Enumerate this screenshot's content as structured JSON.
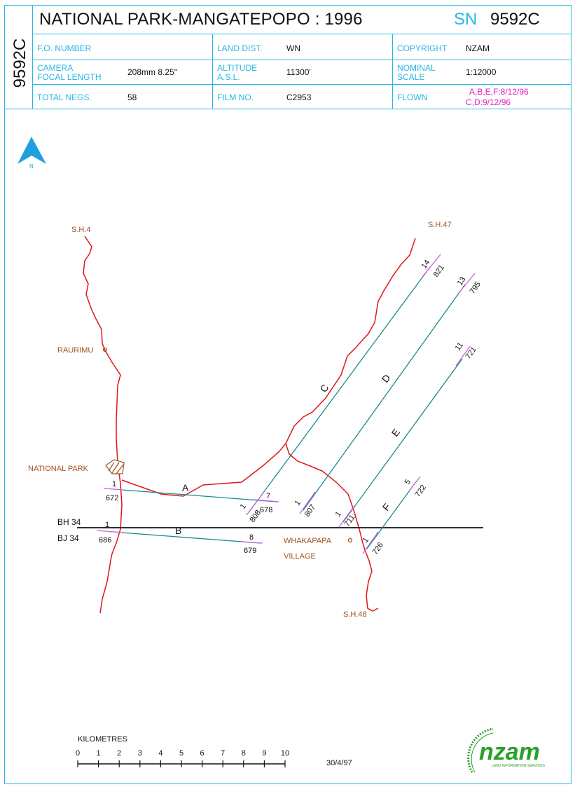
{
  "header": {
    "side_code": "9592C",
    "title": "NATIONAL PARK-MANGATEPOPO : 1996",
    "sn_label": "SN",
    "sn_value": "9592C"
  },
  "info": {
    "fo_number_label": "F.O. NUMBER",
    "fo_number_value": "",
    "land_dist_label": "LAND DIST.",
    "land_dist_value": "WN",
    "copyright_label": "COPYRIGHT",
    "copyright_value": "NZAM",
    "camera_label_1": "CAMERA",
    "camera_label_2": "FOCAL LENGTH",
    "camera_value": "208mm 8.25\"",
    "altitude_label_1": "ALTITUDE",
    "altitude_label_2": "A.S.L.",
    "altitude_value": "11300'",
    "scale_label_1": "NOMINAL",
    "scale_label_2": "SCALE",
    "scale_value": "1:12000",
    "negs_label": "TOTAL NEGS.",
    "negs_value": "58",
    "film_label": "FILM NO.",
    "film_value": "C2953",
    "flown_label": "FLOWN",
    "flown_value_1": "A,B,E,F:8/12/96",
    "flown_value_2": "C,D:9/12/96"
  },
  "north_label": "N",
  "places": {
    "sh4": "S.H.4",
    "sh47": "S.H.47",
    "sh48": "S.H.48",
    "raurimu": "RAURIMU",
    "national_park": "NATIONAL PARK",
    "whakapapa_1": "WHAKAPAPA",
    "whakapapa_2": "VILLAGE",
    "bh34": "BH 34",
    "bj34": "BJ 34"
  },
  "strips": {
    "A": {
      "letter": "A",
      "start_num": "1",
      "start_photo": "672",
      "end_num": "7",
      "end_photo": "678"
    },
    "B": {
      "letter": "B",
      "start_num": "1",
      "start_photo": "686",
      "end_num": "8",
      "end_photo": "679"
    },
    "C": {
      "letter": "C",
      "start_num": "1",
      "start_photo": "808",
      "end_num": "14",
      "end_photo": "821"
    },
    "D": {
      "letter": "D",
      "start_num": "1",
      "start_photo": "807",
      "end_num": "13",
      "end_photo": "795"
    },
    "E": {
      "letter": "E",
      "start_num": "1",
      "start_photo": "711",
      "end_num": "11",
      "end_photo": "721"
    },
    "F": {
      "letter": "F",
      "start_num": "1",
      "start_photo": "726",
      "end_num": "5",
      "end_photo": "722"
    }
  },
  "scale_bar": {
    "title": "KILOMETRES",
    "ticks": [
      "0",
      "1",
      "2",
      "3",
      "4",
      "5",
      "6",
      "7",
      "8",
      "9",
      "10"
    ]
  },
  "date": "30/4/97",
  "logo": {
    "text": "nzam",
    "subtext": "LAND INFORMATION SERVICES"
  },
  "colors": {
    "frame": "#29b6e6",
    "road": "#e01818",
    "strip": "#1a8a8a",
    "photo_tick": "#c860d8",
    "place_label": "#a0521e",
    "flown": "#e020c0",
    "logo_green": "#2aa02a"
  }
}
